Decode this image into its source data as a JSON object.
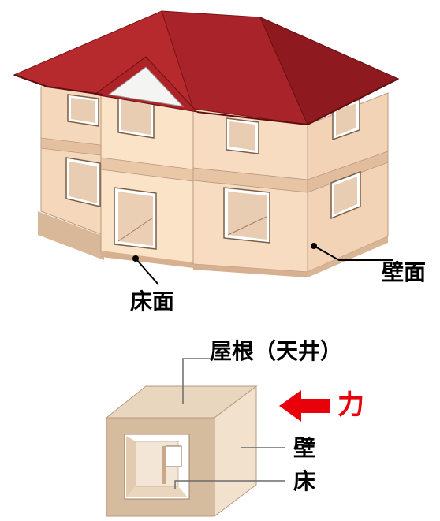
{
  "labels": {
    "wall_surface": "壁面",
    "floor_surface": "床面",
    "roof_ceiling": "屋根（天井）",
    "force": "力",
    "wall": "壁",
    "floor": "床"
  },
  "colors": {
    "roof": "#b5252a",
    "roof_shadow": "#8f1a1f",
    "wall_light": "#fbe3c8",
    "wall_mid": "#f3d2b3",
    "wall_dark": "#e6bfa0",
    "box_front": "#d6bc9e",
    "box_top": "#e8d6bf",
    "box_side": "#f1e1cd",
    "arrow": "#e8000b"
  }
}
